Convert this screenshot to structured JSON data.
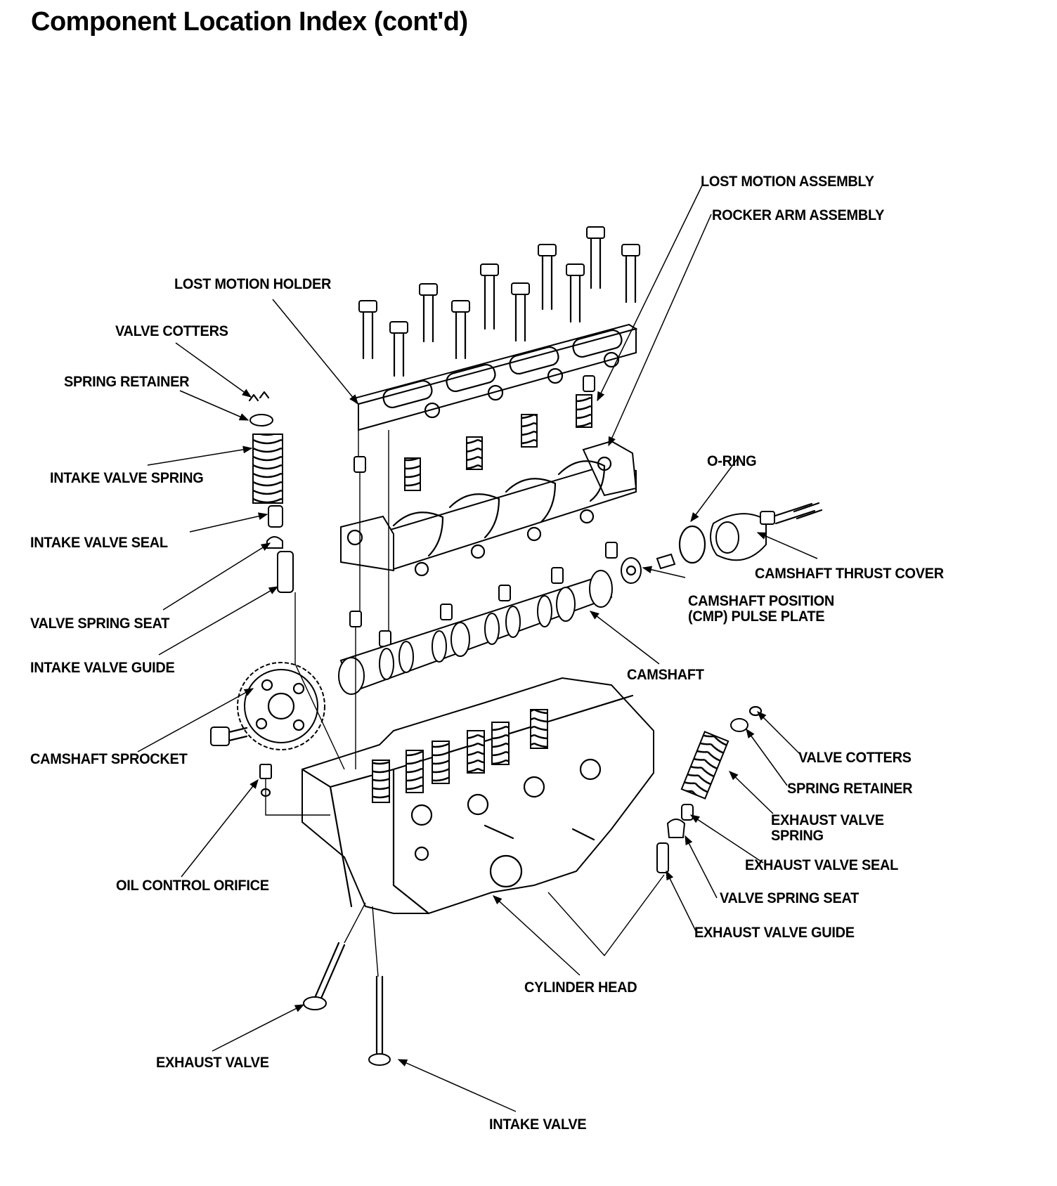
{
  "title": "Component Location Index (cont'd)",
  "labels": {
    "lost_motion_assembly": "LOST MOTION ASSEMBLY",
    "rocker_arm_assembly": "ROCKER ARM ASSEMBLY",
    "lost_motion_holder": "LOST MOTION HOLDER",
    "valve_cotters_intake": "VALVE COTTERS",
    "spring_retainer_intake": "SPRING RETAINER",
    "intake_valve_spring": "INTAKE VALVE SPRING",
    "intake_valve_seal": "INTAKE VALVE SEAL",
    "valve_spring_seat_intake": "VALVE SPRING SEAT",
    "intake_valve_guide": "INTAKE VALVE GUIDE",
    "camshaft_sprocket": "CAMSHAFT SPROCKET",
    "oil_control_orifice": "OIL CONTROL ORIFICE",
    "exhaust_valve": "EXHAUST VALVE",
    "intake_valve": "INTAKE VALVE",
    "cylinder_head": "CYLINDER HEAD",
    "camshaft": "CAMSHAFT",
    "o_ring": "O-RING",
    "camshaft_thrust_cover": "CAMSHAFT THRUST COVER",
    "cmp_pulse_plate": "CAMSHAFT POSITION\n(CMP) PULSE PLATE",
    "valve_cotters_exhaust": "VALVE COTTERS",
    "spring_retainer_exhaust": "SPRING RETAINER",
    "exhaust_valve_spring": "EXHAUST VALVE\nSPRING",
    "exhaust_valve_seal": "EXHAUST VALVE SEAL",
    "valve_spring_seat_exhaust": "VALVE SPRING SEAT",
    "exhaust_valve_guide": "EXHAUST VALVE GUIDE"
  }
}
